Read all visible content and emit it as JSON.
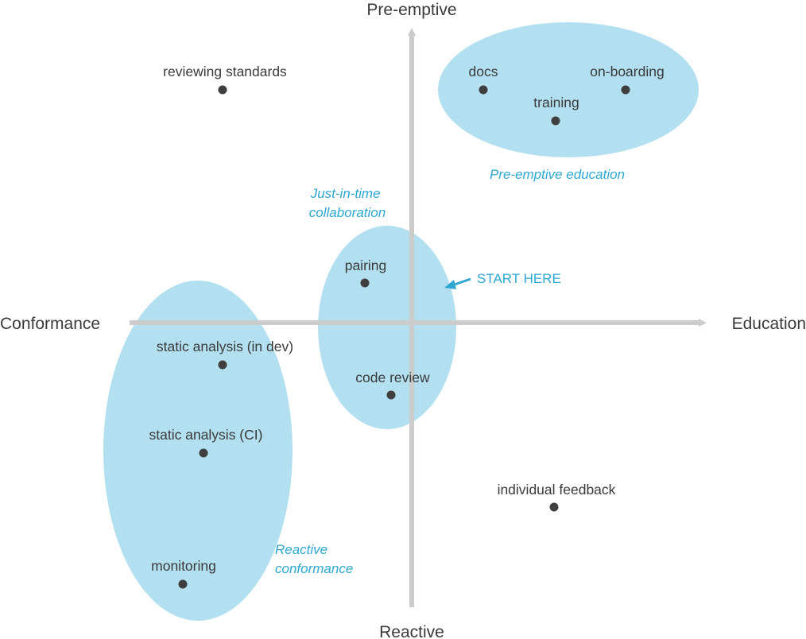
{
  "axes": {
    "top": "Pre-emptive",
    "bottom": "Reactive",
    "left": "Conformance",
    "right": "Education"
  },
  "colors": {
    "ellipse_fill": "#b3e0f0",
    "axis": "#cccccc",
    "dot": "#3f3f3f",
    "text": "#3a3a3a",
    "accent": "#2ea7d2"
  },
  "groups": [
    {
      "id": "pre-emptive-education",
      "lines": [
        "Pre-emptive education"
      ]
    },
    {
      "id": "just-in-time-collaboration",
      "lines": [
        "Just-in-time",
        "collaboration"
      ]
    },
    {
      "id": "reactive-conformance",
      "lines": [
        "Reactive",
        "conformance"
      ]
    }
  ],
  "points": [
    {
      "id": "reviewing-standards",
      "label": "reviewing standards"
    },
    {
      "id": "docs",
      "label": "docs"
    },
    {
      "id": "on-boarding",
      "label": "on-boarding"
    },
    {
      "id": "training",
      "label": "training"
    },
    {
      "id": "pairing",
      "label": "pairing"
    },
    {
      "id": "code-review",
      "label": "code review"
    },
    {
      "id": "static-analysis-dev",
      "label": "static analysis (in dev)"
    },
    {
      "id": "static-analysis-ci",
      "label": "static analysis (CI)"
    },
    {
      "id": "monitoring",
      "label": "monitoring"
    },
    {
      "id": "individual-feedback",
      "label": "individual feedback"
    }
  ],
  "callout": {
    "label": "START HERE",
    "icon": "arrow-pointer-icon"
  }
}
